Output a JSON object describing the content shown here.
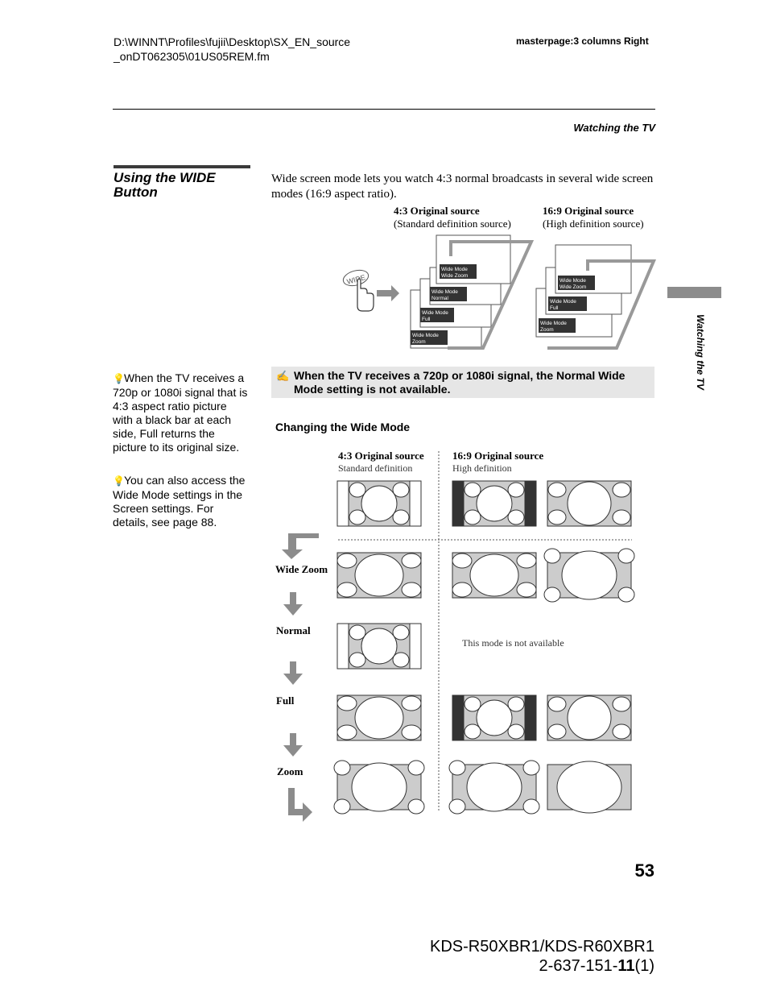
{
  "header": {
    "path_line1": "D:\\WINNT\\Profiles\\fujii\\Desktop\\SX_EN_source",
    "path_line2": "_onDT062305\\01US05REM.fm",
    "masterpage": "masterpage:3 columns Right",
    "section": "Watching the TV"
  },
  "side_tab": "Watching the TV",
  "title": "Using the WIDE Button",
  "intro": "Wide screen mode lets you watch 4:3 normal broadcasts in several wide screen modes (16:9 aspect ratio).",
  "top_diagram": {
    "src43_title": "4:3 Original source",
    "src43_sub": "(Standard definition source)",
    "src169_title": "16:9 Original source",
    "src169_sub": "(High definition source)",
    "button_label": "WIDE",
    "cards43": [
      {
        "l1": "Wide Mode",
        "l2": "Wide Zoom"
      },
      {
        "l1": "Wide Mode",
        "l2": "Normal"
      },
      {
        "l1": "Wide Mode",
        "l2": "Full"
      },
      {
        "l1": "Wide Mode",
        "l2": "Zoom"
      }
    ],
    "cards169": [
      {
        "l1": "Wide Mode",
        "l2": "Wide Zoom"
      },
      {
        "l1": "Wide Mode",
        "l2": "Full"
      },
      {
        "l1": "Wide Mode",
        "l2": "Zoom"
      }
    ]
  },
  "tips": [
    "When the TV receives a 720p or 1080i signal that is 4:3 aspect ratio picture with a black bar at each side, Full returns the picture to its original size.",
    "You can also access the Wide Mode settings in the Screen settings. For details, see page 88."
  ],
  "note": "When the TV receives a 720p or 1080i signal, the Normal Wide Mode setting is not available.",
  "changing": {
    "heading": "Changing the Wide Mode",
    "col43_title": "4:3 Original source",
    "col43_sub": "Standard definition",
    "col169_title": "16:9 Original source",
    "col169_sub": "High definition",
    "modes": [
      "Wide Zoom",
      "Normal",
      "Full",
      "Zoom"
    ],
    "not_available": "This mode is not available"
  },
  "page_number": "53",
  "model_line1": "KDS-R50XBR1/KDS-R60XBR1",
  "model_line2_a": "2-637-151-",
  "model_line2_b": "11",
  "model_line2_c": "(1)"
}
